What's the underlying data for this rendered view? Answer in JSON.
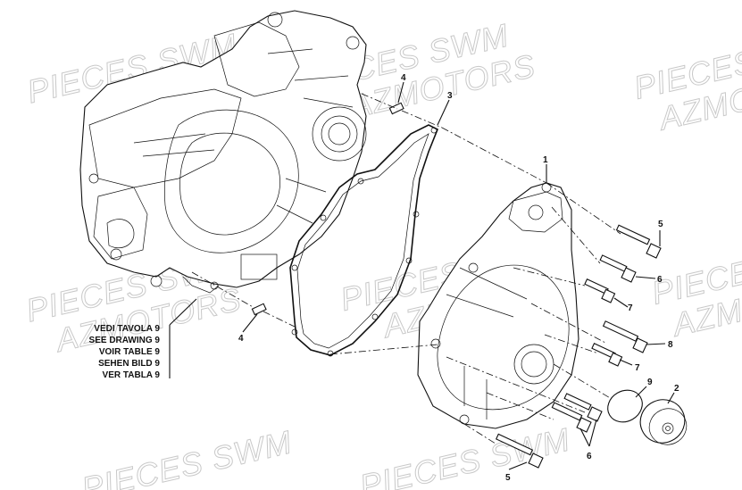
{
  "watermark": {
    "line1": "PIECES SWM",
    "line2": "AZMOTORS"
  },
  "reference_note": {
    "lines": [
      "VEDI TAVOLA 9",
      "SEE DRAWING 9",
      "VOIR TABLE 9",
      "SEHEN BILD 9",
      "VER TABLA 9"
    ]
  },
  "callouts": {
    "c1": "1",
    "c2": "2",
    "c3": "3",
    "c4a": "4",
    "c4b": "4",
    "c5a": "5",
    "c5b": "5",
    "c6a": "6",
    "c6b": "6",
    "c7a": "7",
    "c7b": "7",
    "c8": "8",
    "c9": "9"
  }
}
